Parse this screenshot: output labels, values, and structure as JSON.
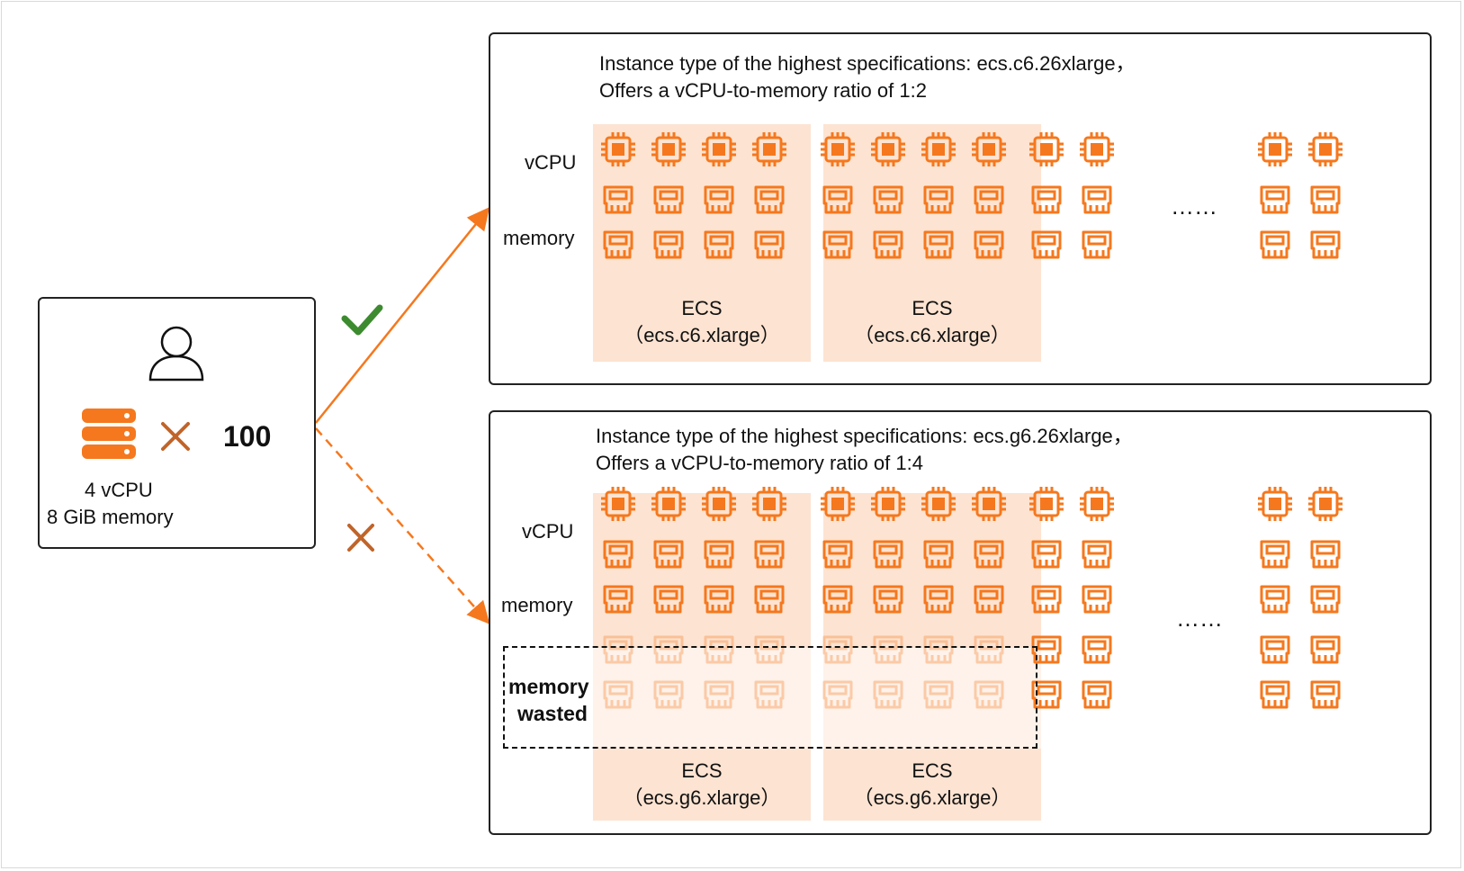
{
  "user_panel": {
    "multiplier_value": "100",
    "spec_vcpu": "4 vCPU",
    "spec_memory": "8 GiB memory"
  },
  "routes": {
    "accepted_mark": "check",
    "rejected_mark": "cross"
  },
  "panel_top": {
    "title_line1": "Instance type of the highest specifications: ecs.c6.26xlarge，",
    "title_line2": "Offers a vCPU-to-memory ratio of 1:2",
    "row_label_vcpu": "vCPU",
    "row_label_memory": "memory",
    "ellipsis": "……",
    "ecs_blocks": [
      {
        "name": "ECS",
        "type": "（ecs.c6.xlarge）"
      },
      {
        "name": "ECS",
        "type": "（ecs.c6.xlarge）"
      }
    ]
  },
  "panel_bottom": {
    "title_line1": "Instance type of the highest specifications: ecs.g6.26xlarge，",
    "title_line2": "Offers a vCPU-to-memory ratio of 1:4",
    "row_label_vcpu": "vCPU",
    "row_label_memory": "memory",
    "wasted_line1": "memory",
    "wasted_line2": "wasted",
    "ellipsis": "……",
    "ecs_blocks": [
      {
        "name": "ECS",
        "type": "（ecs.g6.xlarge）"
      },
      {
        "name": "ECS",
        "type": "（ecs.g6.xlarge）"
      }
    ]
  },
  "colors": {
    "accent_orange": "#f5781e",
    "ecs_fill": "#fde3d1",
    "check_green": "#3d8b2f",
    "cross_brown": "#c0642a"
  },
  "icons": [
    "user-icon",
    "server-stack-icon",
    "cpu-chip-icon",
    "memory-module-icon",
    "check-icon",
    "cross-icon"
  ]
}
